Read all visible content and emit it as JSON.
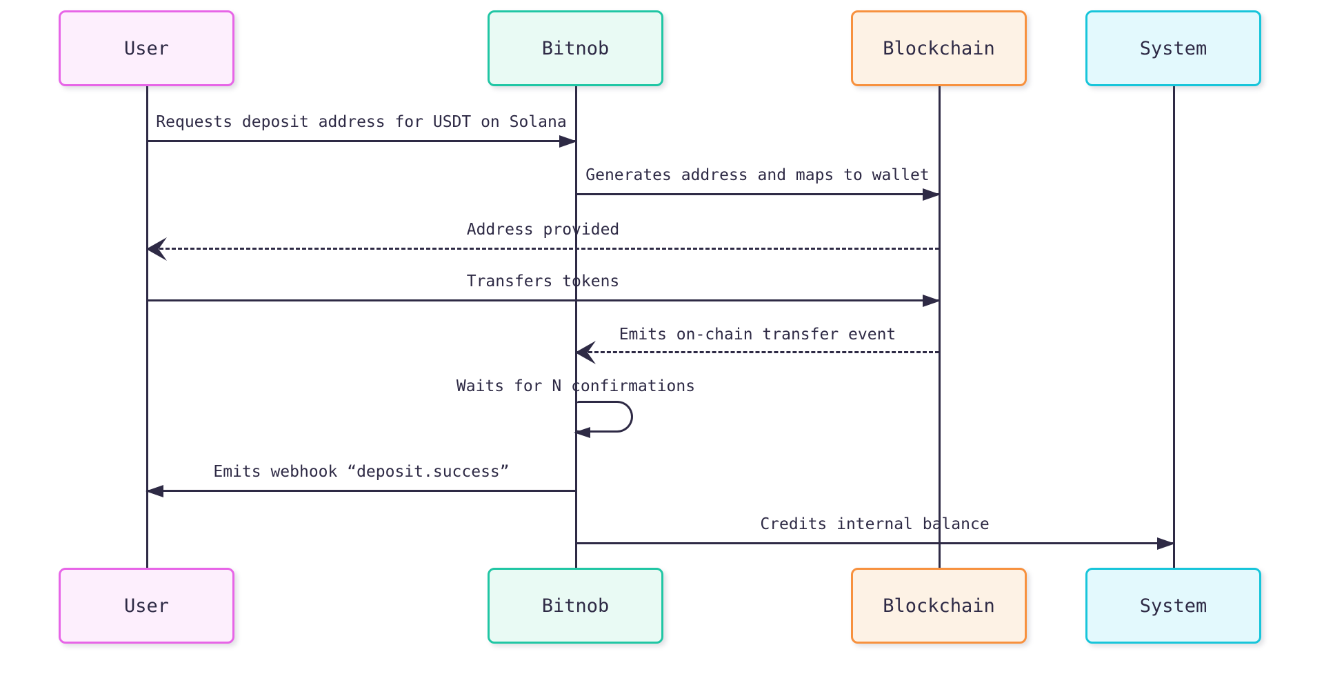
{
  "diagram_type": "sequence-diagram",
  "actors": [
    {
      "name": "User",
      "fill": "#fdeffd",
      "border": "#e765e7"
    },
    {
      "name": "Bitnob",
      "fill": "#e9faf4",
      "border": "#20c6a4"
    },
    {
      "name": "Blockchain",
      "fill": "#fdf2e5",
      "border": "#f7913e"
    },
    {
      "name": "System",
      "fill": "#e3f9fd",
      "border": "#17c5da"
    }
  ],
  "messages": [
    {
      "label": "Requests deposit address for USDT on Solana",
      "from": "User",
      "to": "Bitnob",
      "line": "solid",
      "direction": "right"
    },
    {
      "label": "Generates address and maps to wallet",
      "from": "Bitnob",
      "to": "Blockchain",
      "line": "solid",
      "direction": "right"
    },
    {
      "label": "Address provided",
      "from": "Blockchain",
      "to": "User",
      "line": "dashed",
      "direction": "left"
    },
    {
      "label": "Transfers tokens",
      "from": "User",
      "to": "Blockchain",
      "line": "solid",
      "direction": "right"
    },
    {
      "label": "Emits on-chain transfer event",
      "from": "Blockchain",
      "to": "Bitnob",
      "line": "dashed",
      "direction": "left"
    },
    {
      "label": "Waits for N confirmations",
      "from": "Bitnob",
      "to": "Bitnob",
      "line": "solid",
      "direction": "self"
    },
    {
      "label": "Emits webhook “deposit.success”",
      "from": "Bitnob",
      "to": "User",
      "line": "solid",
      "direction": "left"
    },
    {
      "label": "Credits internal balance",
      "from": "Bitnob",
      "to": "System",
      "line": "solid",
      "direction": "right"
    }
  ],
  "colors": {
    "background": "#ffffff",
    "line_and_text": "#2e2a45",
    "user_fill": "#fdeffd",
    "user_border": "#e765e7",
    "bitnob_fill": "#e9faf4",
    "bitnob_border": "#20c6a4",
    "blockchain_fill": "#fdf2e5",
    "blockchain_border": "#f7913e",
    "system_fill": "#e3f9fd",
    "system_border": "#17c5da"
  }
}
